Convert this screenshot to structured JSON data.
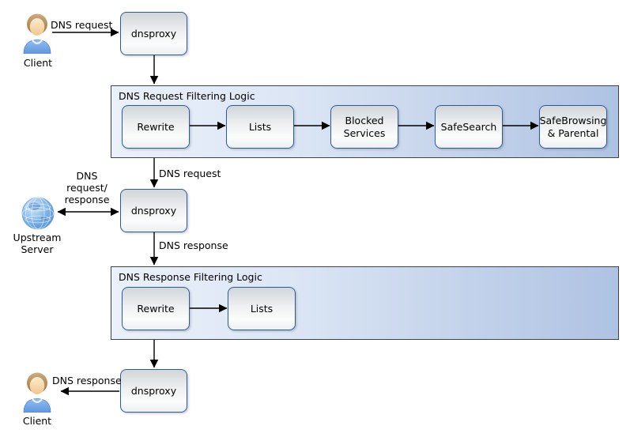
{
  "diagram": {
    "actors": {
      "client_top": "Client",
      "client_bottom": "Client",
      "upstream_server": "Upstream Server"
    },
    "proxies": {
      "top": "dnsproxy",
      "middle": "dnsproxy",
      "bottom": "dnsproxy"
    },
    "request_pipeline": {
      "title": "DNS Request Filtering Logic",
      "steps": [
        "Rewrite",
        "Lists",
        "Blocked Services",
        "SafeSearch",
        "SafeBrowsing & Parental"
      ]
    },
    "response_pipeline": {
      "title": "DNS Response Filtering Logic",
      "steps": [
        "Rewrite",
        "Lists"
      ]
    },
    "edge_labels": {
      "client_to_proxy": "DNS request",
      "pipeline_to_proxy": "DNS request",
      "upstream_exchange": "DNS request/ response",
      "proxy_to_response_pipeline": "DNS response",
      "proxy_to_client": "DNS response"
    },
    "colors": {
      "node_border": "#2c5aa0",
      "node_fill": "#d9dcdf",
      "pipeline_fill_left": "#ebf1fa",
      "pipeline_fill_right": "#aec2e2",
      "pipeline_border": "#3d434b",
      "arrow": "#000000"
    }
  }
}
